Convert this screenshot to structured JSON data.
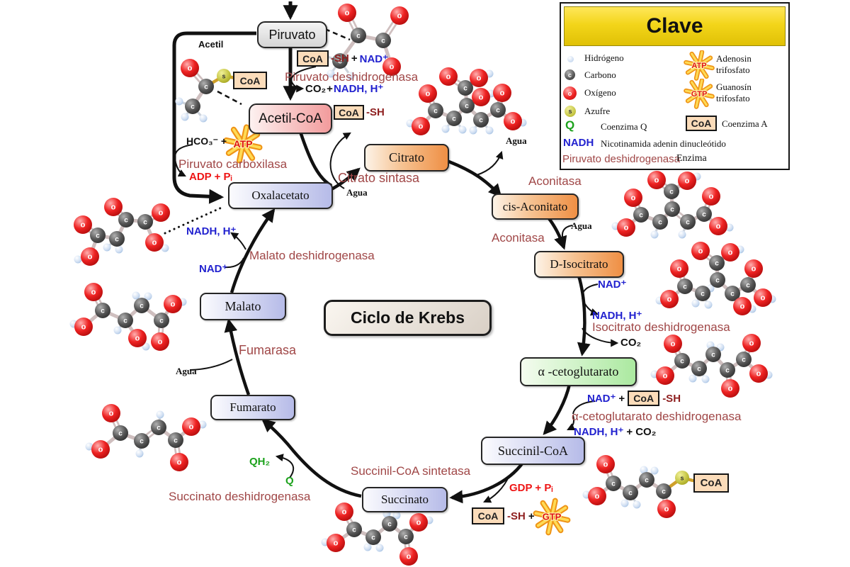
{
  "title": "Ciclo de Krebs",
  "metabolites": {
    "piruvato": "Piruvato",
    "acetil_coa": "Acetil-CoA",
    "citrato": "Citrato",
    "cis_aconitato": "cis-Aconitato",
    "d_isocitrato": "D-Isocitrato",
    "alfa_cetoglutarato": "α -cetoglutarato",
    "succinil_coa": "Succinil-CoA",
    "succinato": "Succinato",
    "fumarato": "Fumarato",
    "malato": "Malato",
    "oxalacetato": "Oxalacetato"
  },
  "enzymes": {
    "piruvato_deshidrogenasa": "Piruvato deshidrogenasa",
    "piruvato_carboxilasa": "Piruvato carboxilasa",
    "citrato_sintasa": "Citrato sintasa",
    "aconitasa": "Aconitasa",
    "isocitrato_deshidrogenasa": "Isocitrato deshidrogenasa",
    "alfa_cetoglutarato_deshidrogenasa": "α-cetoglutarato deshidrogenasa",
    "succinil_coa_sintetasa": "Succinil-CoA sintetasa",
    "succinato_deshidrogenasa": "Succinato deshidrogenasa",
    "fumarasa": "Fumarasa",
    "malato_deshidrogenasa": "Malato deshidrogenasa"
  },
  "cofactors": {
    "coa": "CoA",
    "sh": "-SH",
    "plus": "+",
    "nad": "NAD⁺",
    "nadh_h": "NADH, H⁺",
    "co2": "CO₂",
    "hco3": "HCO₃⁻ +",
    "adp_pi": "ADP + Pᵢ",
    "gdp_pi": "GDP + Pᵢ",
    "atp": "ATP",
    "gtp": "GTP",
    "qh2": "QH₂",
    "q": "Q",
    "agua": "Agua",
    "acetil": "Acetil"
  },
  "legend": {
    "title": "Clave",
    "hydrogen": "Hidrógeno",
    "carbon": "Carbono",
    "oxygen": "Oxígeno",
    "sulfur": "Azufre",
    "q_symbol": "Q",
    "q_label": "Coenzima Q",
    "nadh_symbol": "NADH",
    "nadh_label": "Nicotinamida adenin dinucleótido",
    "enzyme_symbol": "Piruvato deshidrogenasa",
    "enzyme_label": "Enzima",
    "atp_label": "Adenosin trifosfato",
    "gtp_label": "Guanosín trifosfato",
    "coa_symbol": "CoA",
    "coa_label": "Coenzima A"
  },
  "atom_letters": {
    "O": "o",
    "C": "c",
    "S": "s"
  },
  "colors": {
    "enzyme_text": "#a04747",
    "nad_blue": "#2222cf",
    "red": "#ee1515",
    "dark_red": "#8e1f1f",
    "green": "#1ca21c",
    "orange_box": "#ef8f44",
    "lavender_box": "#b6bbe8",
    "green_box": "#abe9a0",
    "pink_box": "#f2989a",
    "coa_box": "#fbdcba",
    "legend_yellow": "#f3d51a"
  }
}
